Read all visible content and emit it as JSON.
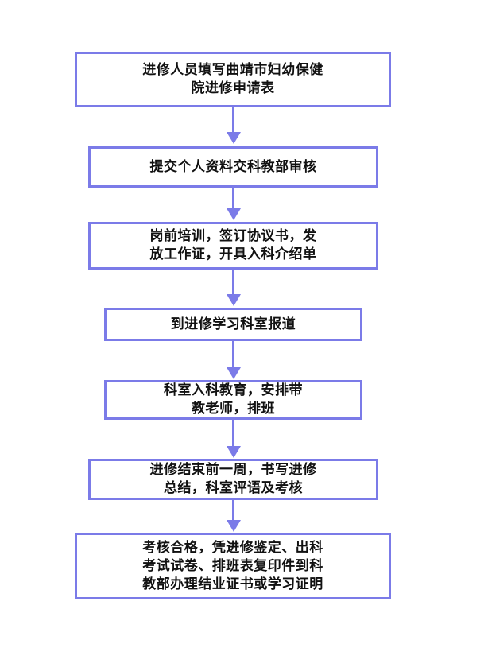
{
  "colors": {
    "box_border": "#7b7be8",
    "arrow": "#7b7be8",
    "text": "#111111",
    "background": "#ffffff"
  },
  "flowchart": {
    "steps": [
      {
        "label": "进修人员填写曲靖市妇幼保健\n院进修申请表"
      },
      {
        "label": "提交个人资料交科教部审核"
      },
      {
        "label": "岗前培训，签订协议书，发\n放工作证，开具入科介绍单"
      },
      {
        "label": "到进修学习科室报道"
      },
      {
        "label": "科室入科教育，安排带\n教老师，排班"
      },
      {
        "label": "进修结束前一周，书写进修\n总结，科室评语及考核"
      },
      {
        "label": "考核合格，凭进修鉴定、出科\n考试试卷、排班表复印件到科\n教部办理结业证书或学习证明"
      }
    ]
  }
}
